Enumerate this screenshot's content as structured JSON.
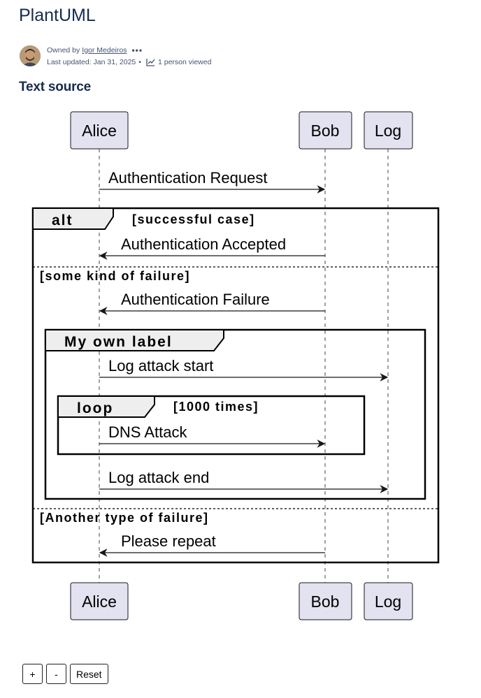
{
  "page": {
    "title": "PlantUML",
    "owned_by_label": "Owned by",
    "owner": "Igor Medeiros",
    "more_label": "•••",
    "last_updated": "Last updated: Jan 31, 2025",
    "separator": "•",
    "views": "1 person viewed",
    "section_heading": "Text source"
  },
  "diagram": {
    "participants": [
      "Alice",
      "Bob",
      "Log"
    ],
    "messages": [
      {
        "from": "Alice",
        "to": "Bob",
        "label": "Authentication Request"
      },
      {
        "from": "Bob",
        "to": "Alice",
        "label": "Authentication Accepted"
      },
      {
        "from": "Bob",
        "to": "Alice",
        "label": "Authentication Failure"
      },
      {
        "from": "Alice",
        "to": "Log",
        "label": "Log attack start"
      },
      {
        "from": "Alice",
        "to": "Bob",
        "label": "DNS Attack"
      },
      {
        "from": "Alice",
        "to": "Log",
        "label": "Log attack end"
      },
      {
        "from": "Bob",
        "to": "Alice",
        "label": "Please repeat"
      }
    ],
    "fragments": {
      "alt": {
        "tag": "alt",
        "guard": "[successful case]",
        "else1": "[some kind of failure]",
        "else2": "[Another type of failure]"
      },
      "group": {
        "tag": "My own label"
      },
      "loop": {
        "tag": "loop",
        "guard": "[1000 times]"
      }
    },
    "colors": {
      "participant_fill": "#e2e2f0",
      "line": "#181818"
    }
  },
  "zoom": {
    "plus": "+",
    "minus": "-",
    "reset": "Reset"
  }
}
